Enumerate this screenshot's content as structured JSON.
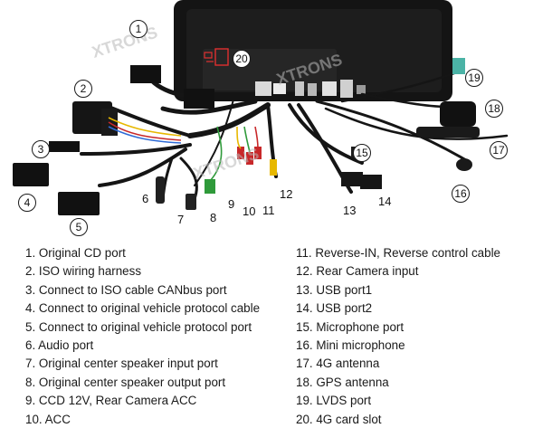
{
  "photo": {
    "watermarks": [
      "XTRONS",
      "XTRONS",
      "XTRONS"
    ],
    "callouts": [
      "1",
      "2",
      "3",
      "4",
      "5",
      "6",
      "7",
      "8",
      "9",
      "10",
      "11",
      "12",
      "13",
      "14",
      "15",
      "16",
      "17",
      "18",
      "19",
      "20"
    ]
  },
  "legend": {
    "left": [
      "1. Original CD port",
      "2. ISO wiring harness",
      "3. Connect to ISO cable CANbus port",
      "4. Connect to original vehicle protocol cable",
      "5. Connect to original vehicle protocol port",
      "6. Audio port",
      "7. Original center speaker input port",
      "8. Original center speaker output port",
      "9. CCD 12V, Rear Camera ACC",
      "10. ACC"
    ],
    "right": [
      "11. Reverse-IN, Reverse control cable",
      "12. Rear Camera input",
      "13. USB port1",
      "14. USB port2",
      "15. Microphone port",
      "16. Mini microphone",
      "17. 4G antenna",
      "18. GPS antenna",
      "19. LVDS port",
      "20. 4G card slot"
    ]
  },
  "colors": {
    "unit_body": "#111111",
    "cable": "#151515",
    "connector_white": "#e8e8e8",
    "connector_yellow": "#e7b800",
    "wire_green": "#2f9a3a",
    "wire_red": "#c8282a",
    "lvds_teal": "#4bb3a6",
    "text": "#1a1a1a"
  }
}
